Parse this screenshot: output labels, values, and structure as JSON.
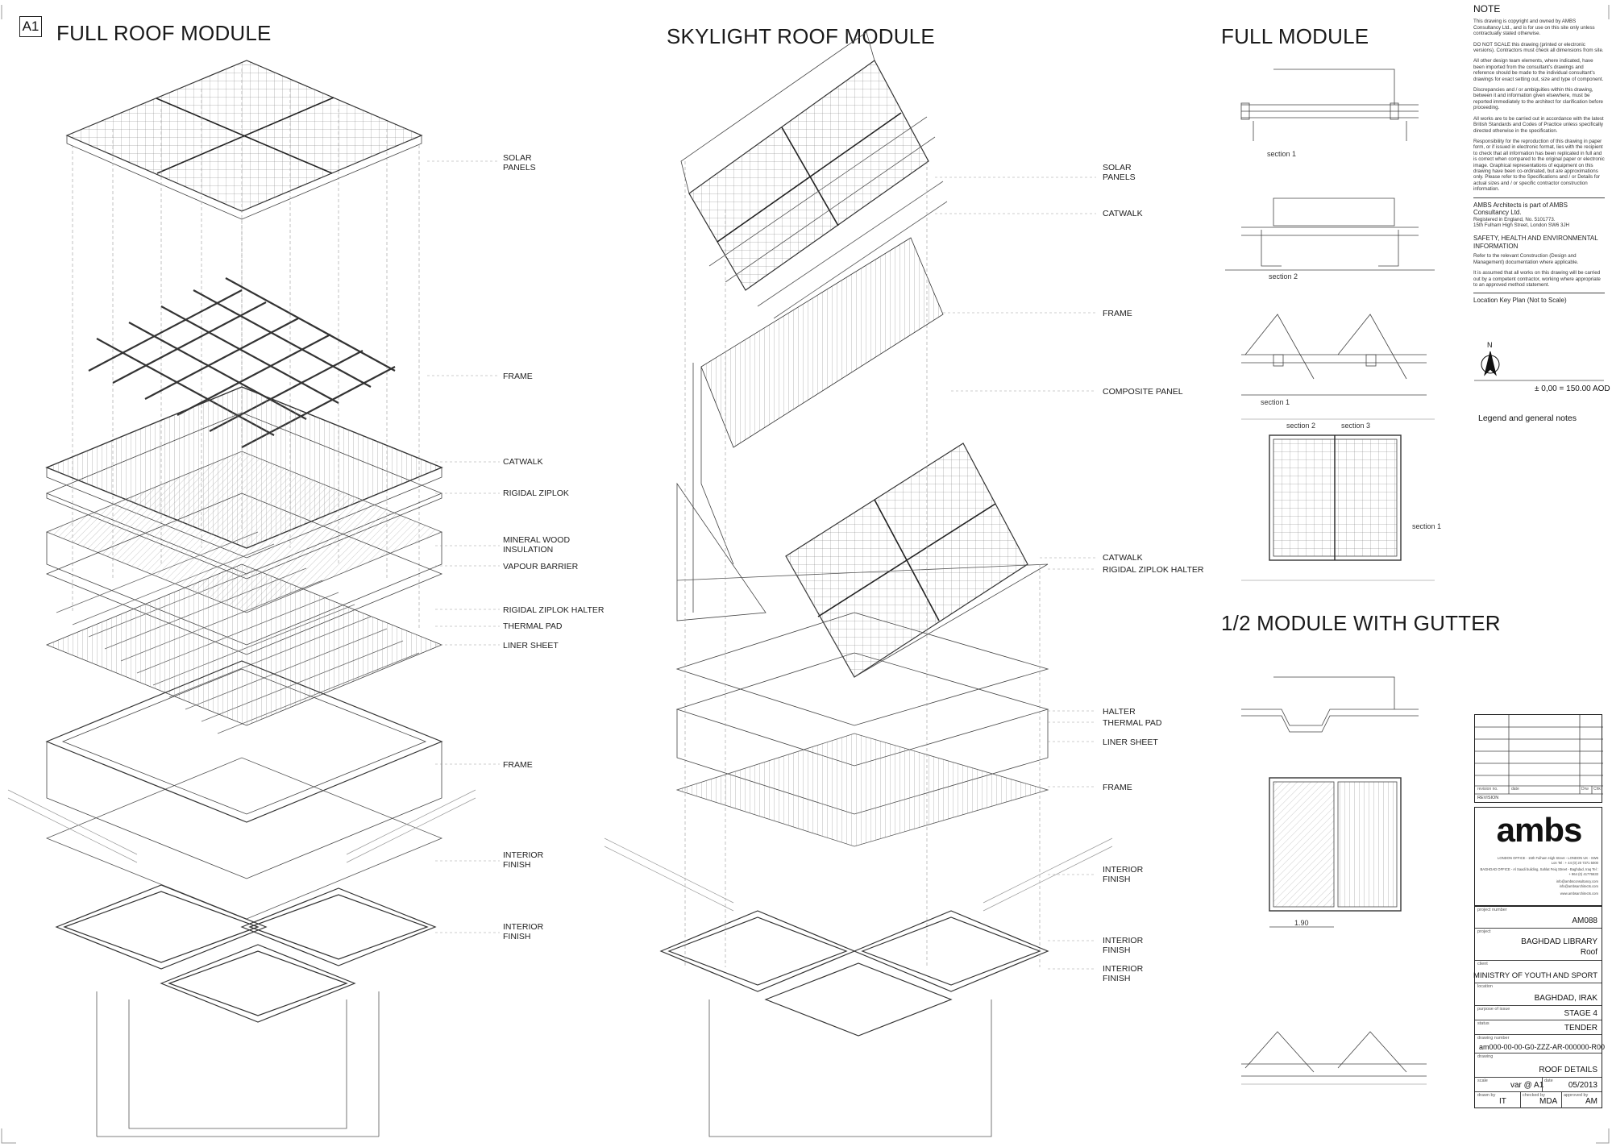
{
  "sheet": {
    "size_tag": "A1"
  },
  "titles": {
    "full_roof": "FULL ROOF MODULE",
    "skylight_roof": "SKYLIGHT ROOF MODULE",
    "full_module": "FULL MODULE",
    "half_module": "1/2 MODULE WITH GUTTER"
  },
  "full_roof_labels": [
    "SOLAR\nPANELS",
    "FRAME",
    "CATWALK",
    "RIGIDAL ZIPLOK",
    "MINERAL WOOD\nINSULATION",
    "VAPOUR BARRIER",
    "RIGIDAL ZIPLOK HALTER",
    "THERMAL PAD",
    "LINER SHEET",
    "FRAME",
    "INTERIOR\nFINISH",
    "INTERIOR\nFINISH"
  ],
  "skylight_labels": [
    "SOLAR\nPANELS",
    "CATWALK",
    "FRAME",
    "COMPOSITE PANEL",
    "CATWALK",
    "RIGIDAL ZIPLOK HALTER",
    "HALTER",
    "THERMAL PAD",
    "LINER SHEET",
    "FRAME",
    "INTERIOR\nFINISH",
    "INTERIOR\nFINISH",
    "INTERIOR\nFINISH"
  ],
  "section_labels": {
    "section1a": "section 1",
    "section2a": "section 2",
    "section1b": "section 1",
    "section2b": "section 2",
    "section3": "section 3",
    "section1c": "section 1",
    "dim": "1.90"
  },
  "notes": {
    "heading": "NOTE",
    "paragraphs": [
      "This drawing is copyright and owned by AMBS Consultancy Ltd., and is for use on this site only unless contractually stated otherwise.",
      "DO NOT SCALE this drawing (printed or electronic versions). Contractors must check all dimensions from site.",
      "All other design team elements, where indicated, have been imported from the consultant's drawings and reference should be made to the individual consultant's drawings for exact setting out, size and type of component.",
      "Discrepancies and / or ambiguities within this drawing, between it and information given elsewhere, must be reported immediately to the architect for clarification before proceeding.",
      "All works are to be carried out in accordance with the latest British Standards and Codes of Practice unless specifically directed otherwise in the specification.",
      "Responsibility for the reproduction of this drawing in paper form, or if issued in electronic format, lies with the recipient to check that all information has been replicated in full and is correct when compared to the original paper or electronic image. Graphical representations of equipment on this drawing have been co-ordinated, but are approximations only. Please refer to the Specifications and / or Details for actual sizes and / or specific contractor construction information."
    ],
    "company": "AMBS Architects is part of AMBS Consultancy Ltd.",
    "company_reg": "Registered in England, No. 5101773.",
    "company_addr": "15th Fulham High Street, London SW6 3JH",
    "safety_head": "SAFETY, HEALTH AND ENVIRONMENTAL INFORMATION",
    "safety_1": "Refer to the relevant Construction (Design and Management) documentation where applicable.",
    "safety_2": "It is assumed that all works on this drawing will be carried out by a competent contractor, working where appropriate to an approved method statement.",
    "key_plan": "Location Key Plan (Not to Scale)",
    "north": "N",
    "aod": "± 0,00  = 150.00  AOD",
    "legend": "Legend and general notes"
  },
  "title_block": {
    "revision_label": "REVISION",
    "rev_cols": [
      "revision no.",
      "date",
      "Drw",
      "Chk"
    ],
    "logo": "ambs",
    "address_1": "LONDON OFFICE - 15th Fulham High Street - LONDON UK - SW6",
    "address_2": "Lon Tel : + 44 (0) 20 7371 5000",
    "address_3": "BAGHDAD OFFICE - Al Saadi building, Sahlat Feiq Street - Baghdad, Iraq Tel : + 964 (0) 41776633",
    "email_1": "info@ambsconsultancy.com",
    "email_2": "info@ambsarchitects.com",
    "web": "www.ambsarchitects.com",
    "rows": [
      {
        "key": "project number",
        "val": "AM088"
      },
      {
        "key": "project",
        "val": "BAGHDAD LIBRARY\nRoof"
      },
      {
        "key": "client",
        "val": "MINISTRY OF YOUTH AND SPORT"
      },
      {
        "key": "location",
        "val": "BAGHDAD, IRAK"
      },
      {
        "key": "purpose of issue",
        "val": "STAGE 4"
      },
      {
        "key": "status",
        "val": "TENDER"
      },
      {
        "key": "drawing number",
        "val": "am000-00-00-G0-ZZZ-AR-000000-R00"
      },
      {
        "key": "drawing",
        "val": "ROOF DETAILS"
      }
    ],
    "scale_key": "scale",
    "scale_val": "var @ A1",
    "date_key": "date",
    "date_val": "05/2013",
    "drawn_key": "drawn by",
    "drawn_val": "IT",
    "checked_key": "checked by",
    "checked_val": "MDA",
    "approved_key": "approved by",
    "approved_val": "AM"
  },
  "colors": {
    "line": "#444444",
    "light": "#9a9a9a",
    "ink": "#111111"
  }
}
